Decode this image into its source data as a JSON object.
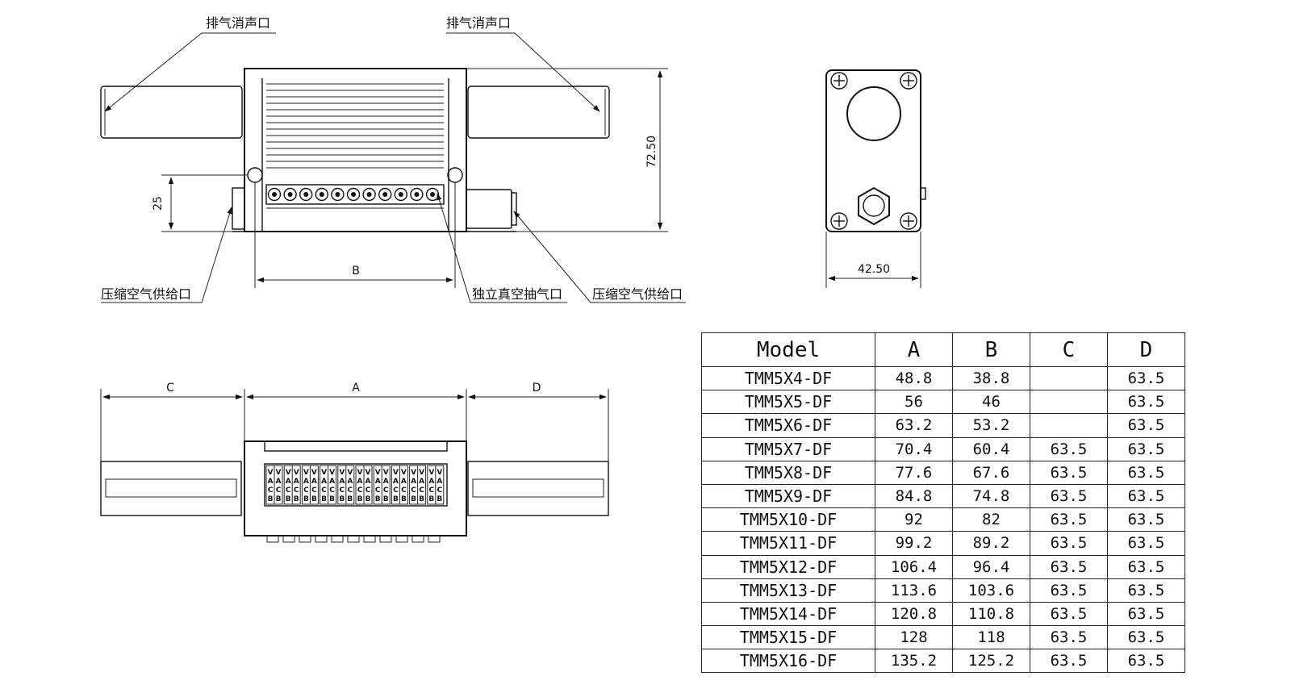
{
  "labels": {
    "exhaust_muffler": "排气消声口",
    "compressed_air_supply": "压缩空气供给口",
    "independent_vacuum_port": "独立真空抽气口"
  },
  "dimensions": {
    "height": "72.50",
    "port_height": "25",
    "width_side": "42.50",
    "b": "B",
    "a": "A",
    "c": "C",
    "d": "D"
  },
  "valve_letters": [
    "V",
    "A",
    "C",
    "B"
  ],
  "table": {
    "headers": [
      "Model",
      "A",
      "B",
      "C",
      "D"
    ],
    "rows": [
      [
        "TMM5X4-DF",
        "48.8",
        "38.8",
        "",
        "63.5"
      ],
      [
        "TMM5X5-DF",
        "56",
        "46",
        "",
        "63.5"
      ],
      [
        "TMM5X6-DF",
        "63.2",
        "53.2",
        "",
        "63.5"
      ],
      [
        "TMM5X7-DF",
        "70.4",
        "60.4",
        "63.5",
        "63.5"
      ],
      [
        "TMM5X8-DF",
        "77.6",
        "67.6",
        "63.5",
        "63.5"
      ],
      [
        "TMM5X9-DF",
        "84.8",
        "74.8",
        "63.5",
        "63.5"
      ],
      [
        "TMM5X10-DF",
        "92",
        "82",
        "63.5",
        "63.5"
      ],
      [
        "TMM5X11-DF",
        "99.2",
        "89.2",
        "63.5",
        "63.5"
      ],
      [
        "TMM5X12-DF",
        "106.4",
        "96.4",
        "63.5",
        "63.5"
      ],
      [
        "TMM5X13-DF",
        "113.6",
        "103.6",
        "63.5",
        "63.5"
      ],
      [
        "TMM5X14-DF",
        "120.8",
        "110.8",
        "63.5",
        "63.5"
      ],
      [
        "TMM5X15-DF",
        "128",
        "118",
        "63.5",
        "63.5"
      ],
      [
        "TMM5X16-DF",
        "135.2",
        "125.2",
        "63.5",
        "63.5"
      ]
    ]
  }
}
